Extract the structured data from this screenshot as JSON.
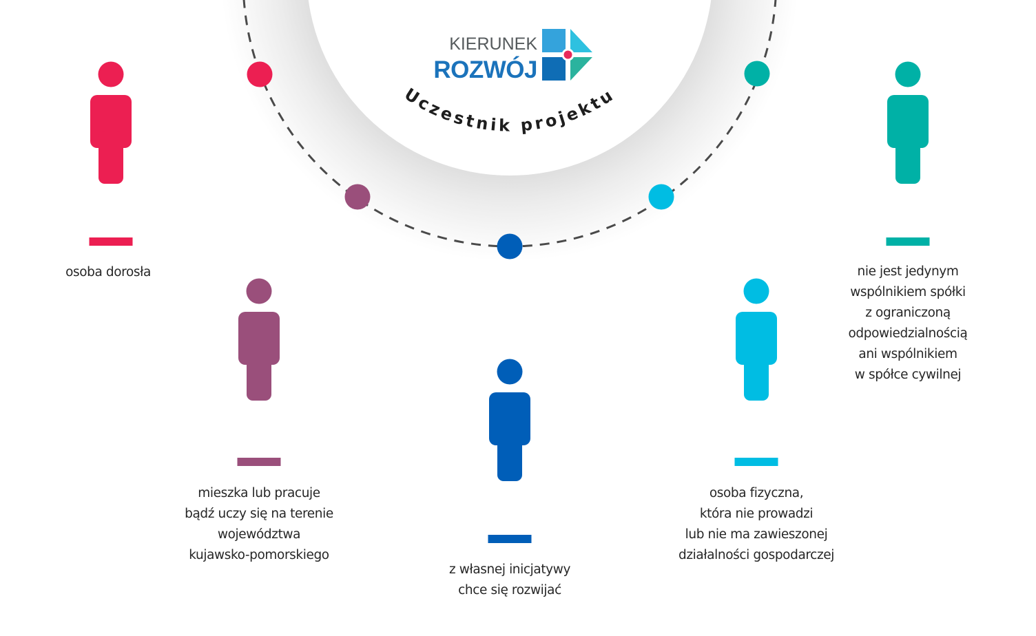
{
  "logo": {
    "line1": "KIERUNEK",
    "line2": "ROZWÓJ",
    "colors": {
      "line1": "#555a5c",
      "line2": "#1b73bb",
      "tile_top_left": "#34a3dc",
      "tile_bottom_left": "#0f6db5",
      "triangle_top": "#2ec1e0",
      "triangle_bottom": "#2bb39e",
      "center_dot": "#e8295a"
    },
    "icon": "kierunek-rozwoj-logo-icon"
  },
  "title": "Uczestnik projektu",
  "colors": {
    "background": "#ffffff",
    "disc": "#ffffff",
    "shadow": "#e2e2e2",
    "dashed_line": "#4a4a4a",
    "text": "#262626"
  },
  "criteria": [
    {
      "id": "adult",
      "color": "#ec1f52",
      "icon": "person-icon",
      "lines": [
        "osoba dorosła"
      ]
    },
    {
      "id": "region",
      "color": "#9a4f7b",
      "icon": "person-icon",
      "lines": [
        "mieszka lub pracuje",
        "bądź uczy się na terenie",
        "województwa",
        "kujawsko-pomorskiego"
      ]
    },
    {
      "id": "initiative",
      "color": "#005eb8",
      "icon": "person-icon",
      "lines": [
        "z własnej inicjatywy",
        "chce się rozwijać"
      ]
    },
    {
      "id": "no-business",
      "color": "#00bde3",
      "icon": "person-icon",
      "lines": [
        "osoba fizyczna,",
        "która nie prowadzi",
        "lub nie ma zawieszonej",
        "działalności gospodarczej"
      ]
    },
    {
      "id": "not-partner",
      "color": "#00b1a6",
      "icon": "person-icon",
      "lines": [
        "nie jest jedynym",
        "wspólnikiem spółki",
        "z ograniczoną",
        "odpowiedzialnością",
        "ani wspólnikiem",
        "w spółce cywilnej"
      ]
    }
  ]
}
